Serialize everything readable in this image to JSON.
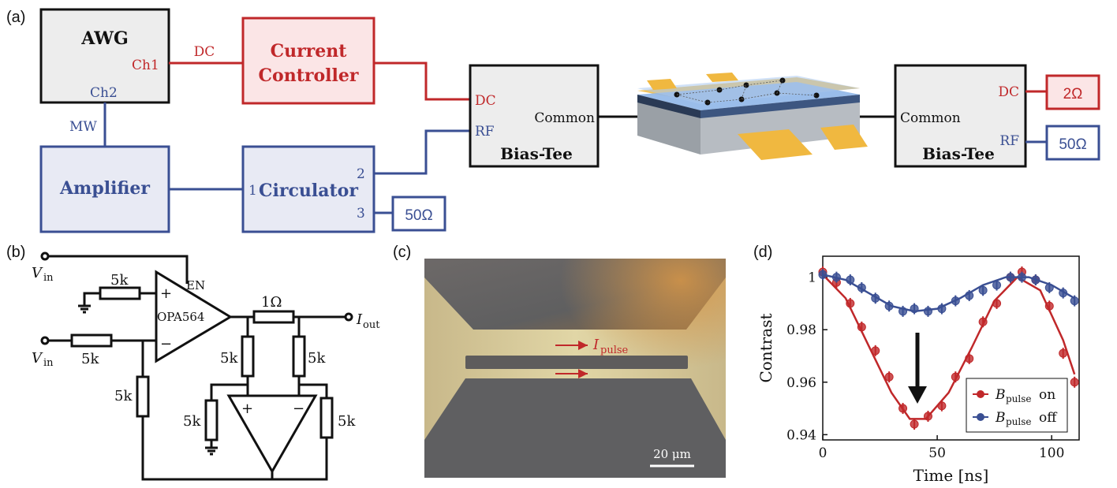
{
  "panels": {
    "a": "(a)",
    "b": "(b)",
    "c": "(c)",
    "d": "(d)"
  },
  "colors": {
    "red": "#c0282a",
    "blue": "#3a4f93",
    "red_fill": "#fbe5e6",
    "blue_fill": "#e8eaf4",
    "gray_fill": "#ededed",
    "gold": "#f0b840",
    "chip_blue": "#8fb6e8"
  },
  "panel_a": {
    "awg": {
      "title": "AWG",
      "ch1": "Ch1",
      "ch2": "Ch2"
    },
    "dc_label": "DC",
    "mw_label": "MW",
    "current_controller": {
      "line1": "Current",
      "line2": "Controller"
    },
    "amplifier": "Amplifier",
    "circulator": {
      "title": "Circulator",
      "port1": "1",
      "port2": "2",
      "port3": "3"
    },
    "termination_50": "50Ω",
    "bias_tee_left": {
      "title": "Bias-Tee",
      "dc": "DC",
      "rf": "RF",
      "common": "Common"
    },
    "bias_tee_right": {
      "title": "Bias-Tee",
      "dc": "DC",
      "rf": "RF",
      "common": "Common"
    },
    "termination_2": "2Ω",
    "termination_50_right": "50Ω"
  },
  "panel_b": {
    "vin_top": "V",
    "vin_top_sub": "in",
    "vin_bottom": "V",
    "vin_bottom_sub": "in",
    "r_5k_top": "5k",
    "r_5k_in": "5k",
    "r_5k_feedback": "5k",
    "r_5k_sense_left": "5k",
    "r_5k_sense_right": "5k",
    "r_5k_ground": "5k",
    "r_5k_out": "5k",
    "r_1ohm": "1Ω",
    "opamp": "OPA564",
    "enable": "EN",
    "plus": "+",
    "minus": "−",
    "iout": "I",
    "iout_sub": "out"
  },
  "panel_c": {
    "current_label": "I",
    "current_sub": "pulse",
    "scale_bar": "20 μm"
  },
  "chart_data": {
    "type": "scatter",
    "xlabel": "Time [ns]",
    "ylabel": "Contrast",
    "xlim": [
      0,
      112
    ],
    "ylim": [
      0.938,
      1.008
    ],
    "xticks": [
      0,
      50,
      100
    ],
    "yticks": [
      0.94,
      0.96,
      0.98,
      1
    ],
    "ytick_labels": [
      "0.94",
      "0.96",
      "0.98",
      "1"
    ],
    "legend_position": "bottom-right",
    "series": [
      {
        "name": "B",
        "name_sub": "pulse",
        "name_suffix": "on",
        "color": "#c0282a",
        "x": [
          0,
          6,
          12,
          17,
          23,
          29,
          35,
          40,
          46,
          52,
          58,
          64,
          70,
          76,
          82,
          87,
          93,
          99,
          105,
          110
        ],
        "y": [
          1.002,
          0.998,
          0.99,
          0.981,
          0.972,
          0.962,
          0.95,
          0.944,
          0.947,
          0.951,
          0.962,
          0.969,
          0.983,
          0.99,
          1.0,
          1.002,
          0.999,
          0.989,
          0.971,
          0.96
        ],
        "fit": [
          [
            0,
            1.001
          ],
          [
            10,
            0.992
          ],
          [
            20,
            0.974
          ],
          [
            30,
            0.956
          ],
          [
            38,
            0.946
          ],
          [
            45,
            0.946
          ],
          [
            55,
            0.956
          ],
          [
            65,
            0.973
          ],
          [
            75,
            0.991
          ],
          [
            85,
            1.0
          ],
          [
            95,
            0.995
          ],
          [
            105,
            0.976
          ],
          [
            110,
            0.963
          ]
        ]
      },
      {
        "name": "B",
        "name_sub": "pulse",
        "name_suffix": "off",
        "color": "#3a4f93",
        "x": [
          0,
          6,
          12,
          17,
          23,
          29,
          35,
          40,
          46,
          52,
          58,
          64,
          70,
          76,
          82,
          87,
          93,
          99,
          105,
          110
        ],
        "y": [
          1.001,
          1.0,
          0.999,
          0.996,
          0.992,
          0.989,
          0.987,
          0.988,
          0.987,
          0.988,
          0.991,
          0.993,
          0.995,
          0.997,
          1.0,
          1.0,
          0.999,
          0.996,
          0.994,
          0.991
        ],
        "fit": [
          [
            0,
            1.001
          ],
          [
            10,
            0.999
          ],
          [
            20,
            0.994
          ],
          [
            30,
            0.989
          ],
          [
            40,
            0.987
          ],
          [
            50,
            0.988
          ],
          [
            60,
            0.992
          ],
          [
            70,
            0.997
          ],
          [
            80,
            1.0
          ],
          [
            90,
            1.0
          ],
          [
            100,
            0.997
          ],
          [
            110,
            0.992
          ]
        ]
      }
    ]
  }
}
